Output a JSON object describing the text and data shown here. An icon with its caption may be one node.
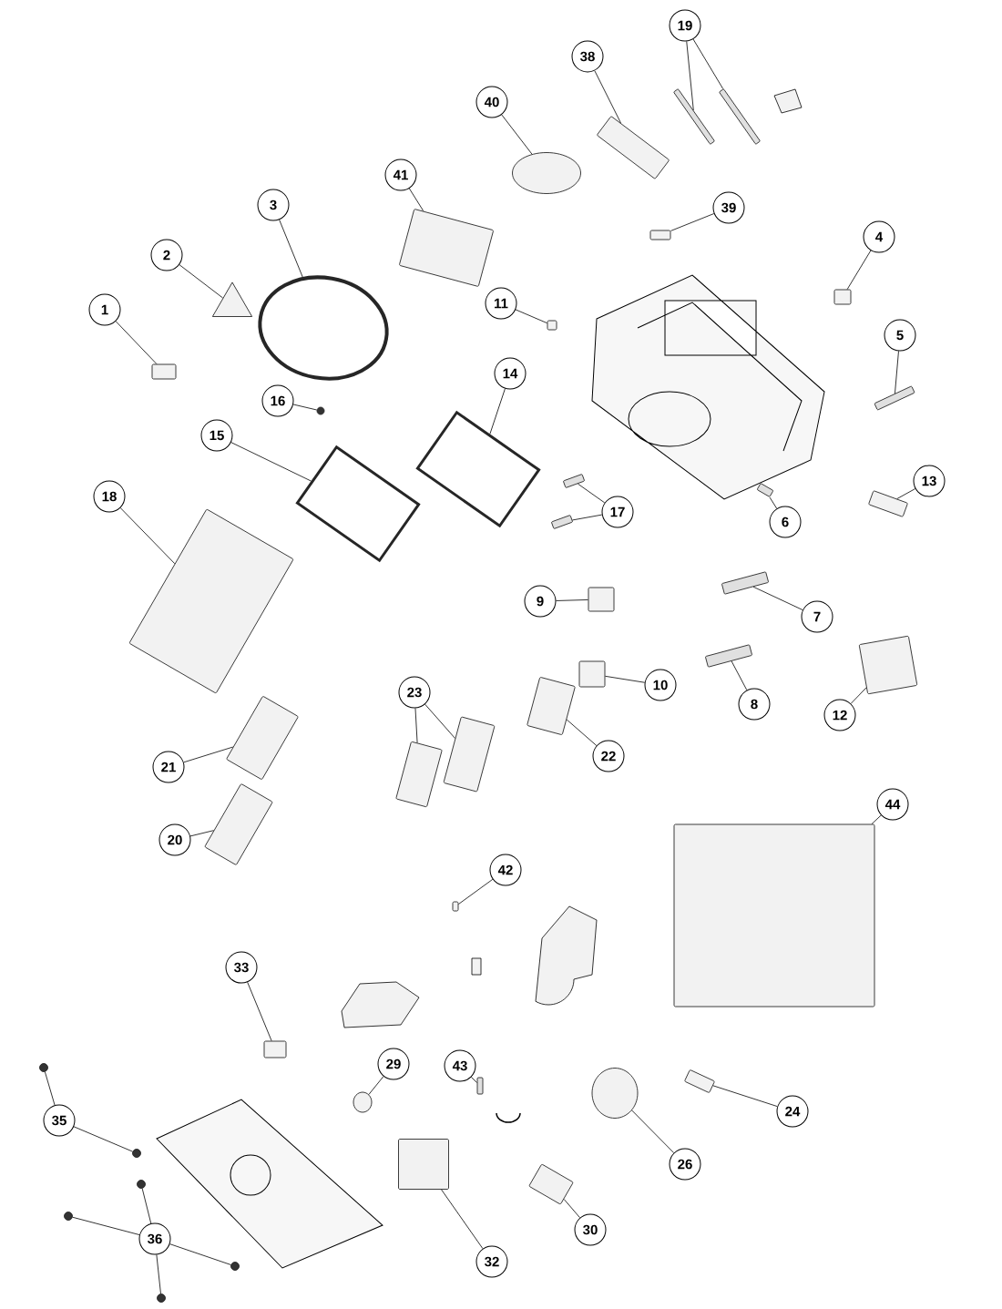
{
  "diagram": {
    "nodes": [
      {
        "text": [
          "1"
        ]
      },
      {
        "text": [],
        "shape": "box"
      },
      {
        "text": [
          "2"
        ]
      },
      {
        "text": [],
        "shape": "triangle"
      },
      {
        "text": [
          "3"
        ]
      },
      {
        "text": [],
        "shape": "ring"
      },
      {
        "text": [
          "41"
        ]
      },
      {
        "text": [],
        "shape": "box"
      },
      {
        "text": [
          "40"
        ]
      },
      {
        "text": [],
        "shape": "circle"
      },
      {
        "text": [
          "38"
        ]
      },
      {
        "text": [],
        "shape": "box"
      },
      {
        "text": [
          "19"
        ]
      },
      {
        "text": [],
        "shape": "bar"
      },
      {
        "text": [],
        "shape": "bar"
      },
      {
        "text": [
          "39"
        ]
      },
      {
        "text": [],
        "shape": "box"
      },
      {
        "text": [
          "4"
        ]
      },
      {
        "text": [],
        "shape": "box"
      },
      {
        "text": [
          "11"
        ]
      },
      {
        "text": [],
        "shape": "box"
      },
      {
        "text": [
          "5"
        ]
      },
      {
        "text": [],
        "shape": "bar"
      },
      {
        "text": [
          "14"
        ]
      },
      {
        "text": [],
        "shape": "frame"
      },
      {
        "text": [
          "16"
        ]
      },
      {
        "text": [],
        "shape": "dot"
      },
      {
        "text": [
          "15"
        ]
      },
      {
        "text": [],
        "shape": "frame"
      },
      {
        "text": [
          "18"
        ]
      },
      {
        "text": [],
        "shape": "box"
      },
      {
        "text": [
          "17"
        ]
      },
      {
        "text": [],
        "shape": "bar"
      },
      {
        "text": [],
        "shape": "bar"
      },
      {
        "text": [
          "6"
        ]
      },
      {
        "text": [],
        "shape": "bar"
      },
      {
        "text": [
          "13"
        ]
      },
      {
        "text": [],
        "shape": "box"
      },
      {
        "text": [
          "9"
        ]
      },
      {
        "text": [],
        "shape": "box"
      },
      {
        "text": [
          "7"
        ]
      },
      {
        "text": [],
        "shape": "bar"
      },
      {
        "text": [
          "8"
        ]
      },
      {
        "text": [],
        "shape": "bar"
      },
      {
        "text": [
          "10"
        ]
      },
      {
        "text": [],
        "shape": "box"
      },
      {
        "text": [
          "12"
        ]
      },
      {
        "text": [],
        "shape": "box"
      },
      {
        "text": [
          "23"
        ]
      },
      {
        "text": [],
        "shape": "box"
      },
      {
        "text": [],
        "shape": "box"
      },
      {
        "text": [
          "22"
        ]
      },
      {
        "text": [],
        "shape": "box"
      },
      {
        "text": [
          "21"
        ]
      },
      {
        "text": [],
        "shape": "box"
      },
      {
        "text": [
          "20"
        ]
      },
      {
        "text": [],
        "shape": "box"
      },
      {
        "text": [
          "44"
        ]
      },
      {
        "text": [],
        "shape": "box"
      },
      {
        "text": [
          "42"
        ]
      },
      {
        "text": [],
        "shape": "box"
      },
      {
        "text": [
          "33"
        ]
      },
      {
        "text": [],
        "shape": "box"
      },
      {
        "text": [
          "29"
        ]
      },
      {
        "text": [],
        "shape": "circle"
      },
      {
        "text": [
          "43"
        ]
      },
      {
        "text": [],
        "shape": "bar"
      },
      {
        "text": [
          "24"
        ]
      },
      {
        "text": [],
        "shape": "box"
      },
      {
        "text": [
          "26"
        ]
      },
      {
        "text": [],
        "shape": "circle"
      },
      {
        "text": [
          "35"
        ]
      },
      {
        "text": [],
        "shape": "dot"
      },
      {
        "text": [],
        "shape": "dot"
      },
      {
        "text": [
          "36"
        ]
      },
      {
        "text": [],
        "shape": "dot"
      },
      {
        "text": [],
        "shape": "dot"
      },
      {
        "text": [],
        "shape": "dot"
      },
      {
        "text": [],
        "shape": "dot"
      },
      {
        "text": [
          "30"
        ]
      },
      {
        "text": [],
        "shape": "box"
      },
      {
        "text": [
          "32"
        ]
      },
      {
        "text": [],
        "shape": "box"
      }
    ],
    "edges": [
      {
        "from": 0,
        "to": 1,
        "arrow": "none"
      },
      {
        "from": 2,
        "to": 3,
        "arrow": "none"
      },
      {
        "from": 4,
        "to": 5,
        "arrow": "none"
      },
      {
        "from": 6,
        "to": 7,
        "arrow": "none"
      },
      {
        "from": 8,
        "to": 9,
        "arrow": "none"
      },
      {
        "from": 10,
        "to": 11,
        "arrow": "none"
      },
      {
        "from": 12,
        "to": 13,
        "arrow": "none"
      },
      {
        "from": 12,
        "to": 14,
        "arrow": "none"
      },
      {
        "from": 15,
        "to": 16,
        "arrow": "none"
      },
      {
        "from": 17,
        "to": 18,
        "arrow": "none"
      },
      {
        "from": 19,
        "to": 20,
        "arrow": "none"
      },
      {
        "from": 21,
        "to": 22,
        "arrow": "none"
      },
      {
        "from": 23,
        "to": 24,
        "arrow": "none"
      },
      {
        "from": 25,
        "to": 26,
        "arrow": "none"
      },
      {
        "from": 27,
        "to": 28,
        "arrow": "none"
      },
      {
        "from": 29,
        "to": 30,
        "arrow": "none"
      },
      {
        "from": 31,
        "to": 32,
        "arrow": "none"
      },
      {
        "from": 31,
        "to": 33,
        "arrow": "none"
      },
      {
        "from": 34,
        "to": 35,
        "arrow": "none"
      },
      {
        "from": 36,
        "to": 37,
        "arrow": "none"
      },
      {
        "from": 38,
        "to": 39,
        "arrow": "none"
      },
      {
        "from": 40,
        "to": 41,
        "arrow": "none"
      },
      {
        "from": 42,
        "to": 43,
        "arrow": "none"
      },
      {
        "from": 44,
        "to": 45,
        "arrow": "none"
      },
      {
        "from": 46,
        "to": 47,
        "arrow": "none"
      },
      {
        "from": 48,
        "to": 49,
        "arrow": "none"
      },
      {
        "from": 48,
        "to": 50,
        "arrow": "none"
      },
      {
        "from": 51,
        "to": 52,
        "arrow": "none"
      },
      {
        "from": 53,
        "to": 54,
        "arrow": "none"
      },
      {
        "from": 55,
        "to": 56,
        "arrow": "none"
      },
      {
        "from": 57,
        "to": 58,
        "arrow": "none"
      },
      {
        "from": 59,
        "to": 60,
        "arrow": "none"
      },
      {
        "from": 61,
        "to": 62,
        "arrow": "none"
      },
      {
        "from": 63,
        "to": 64,
        "arrow": "none"
      },
      {
        "from": 65,
        "to": 66,
        "arrow": "none"
      },
      {
        "from": 67,
        "to": 68,
        "arrow": "none"
      },
      {
        "from": 69,
        "to": 70,
        "arrow": "none"
      },
      {
        "from": 71,
        "to": 72,
        "arrow": "none"
      },
      {
        "from": 71,
        "to": 73,
        "arrow": "none"
      },
      {
        "from": 74,
        "to": 75,
        "arrow": "none"
      },
      {
        "from": 74,
        "to": 76,
        "arrow": "none"
      },
      {
        "from": 74,
        "to": 77,
        "arrow": "none"
      },
      {
        "from": 74,
        "to": 78,
        "arrow": "none"
      },
      {
        "from": 79,
        "to": 80,
        "arrow": "none"
      },
      {
        "from": 81,
        "to": 82,
        "arrow": "none"
      }
    ]
  }
}
